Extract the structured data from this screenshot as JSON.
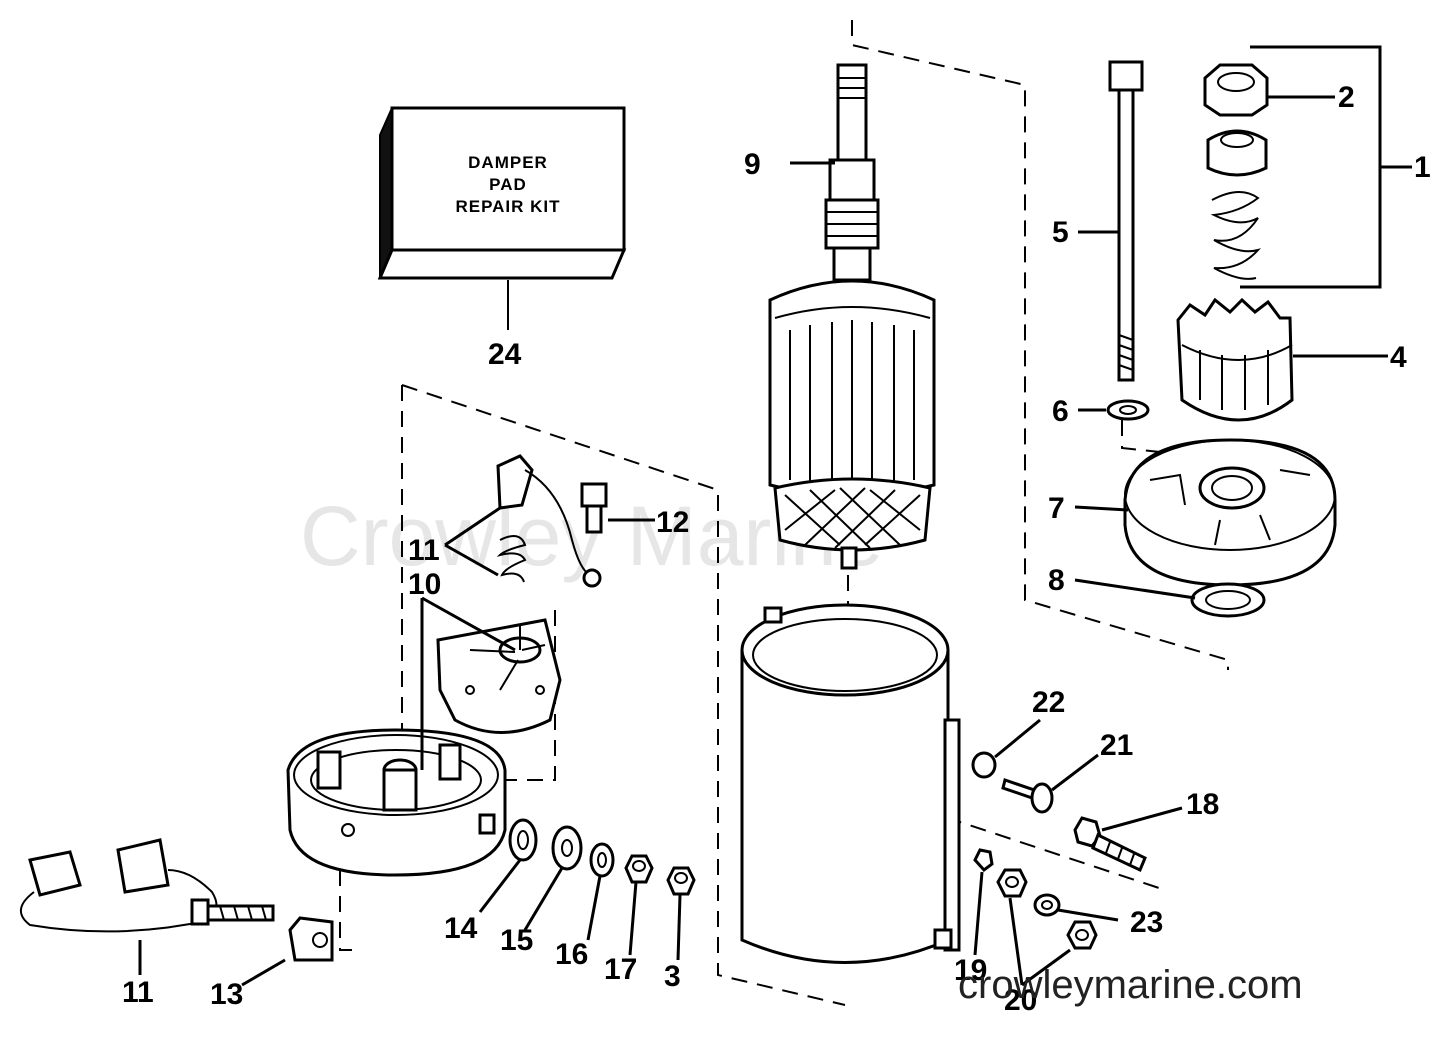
{
  "kit_box": {
    "line1": "DAMPER",
    "line2": "PAD",
    "line3": "REPAIR KIT"
  },
  "callouts": {
    "c1": "1",
    "c2": "2",
    "c3": "3",
    "c4": "4",
    "c5": "5",
    "c6": "6",
    "c7": "7",
    "c8": "8",
    "c9": "9",
    "c10": "10",
    "c11a": "11",
    "c11b": "11",
    "c12": "12",
    "c13": "13",
    "c14": "14",
    "c15": "15",
    "c16": "16",
    "c17": "17",
    "c18": "18",
    "c19": "19",
    "c20": "20",
    "c21": "21",
    "c22": "22",
    "c23": "23",
    "c24": "24"
  },
  "watermark": "Crowley Marine",
  "site_url": "crowleymarine.com"
}
